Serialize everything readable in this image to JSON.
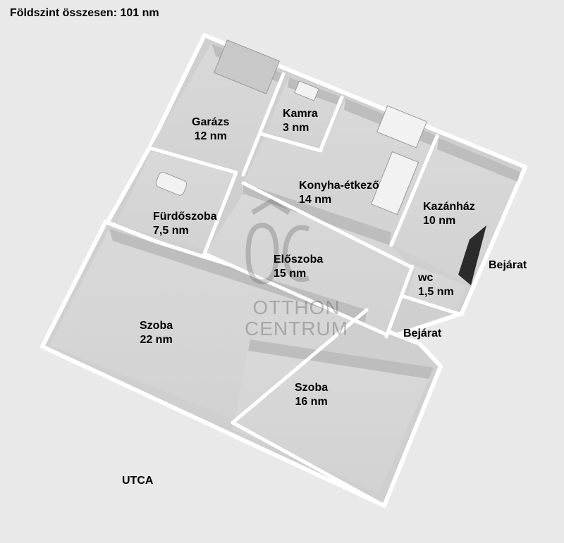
{
  "summary": "Földszint összesen: 101 nm",
  "rooms": {
    "garazs": {
      "name": "Garázs",
      "area": "12 nm"
    },
    "kamra": {
      "name": "Kamra",
      "area": "3 nm"
    },
    "konyha": {
      "name": "Konyha-étkező",
      "area": "14 nm"
    },
    "kazanhaz": {
      "name": "Kazánház",
      "area": "10 nm"
    },
    "furdo": {
      "name": "Fürdőszoba",
      "area": "7,5 nm"
    },
    "eloszoba": {
      "name": "Előszoba",
      "area": "15 nm"
    },
    "wc": {
      "name": "wc",
      "area": "1,5 nm"
    },
    "szoba22": {
      "name": "Szoba",
      "area": "22 nm"
    },
    "szoba16": {
      "name": "Szoba",
      "area": "16 nm"
    }
  },
  "entrance1": "Bejárat",
  "entrance2": "Bejárat",
  "street": "UTCA",
  "watermark": {
    "mono": "ÔC",
    "line1": "OTTHON",
    "line2": "CENTRUM"
  }
}
